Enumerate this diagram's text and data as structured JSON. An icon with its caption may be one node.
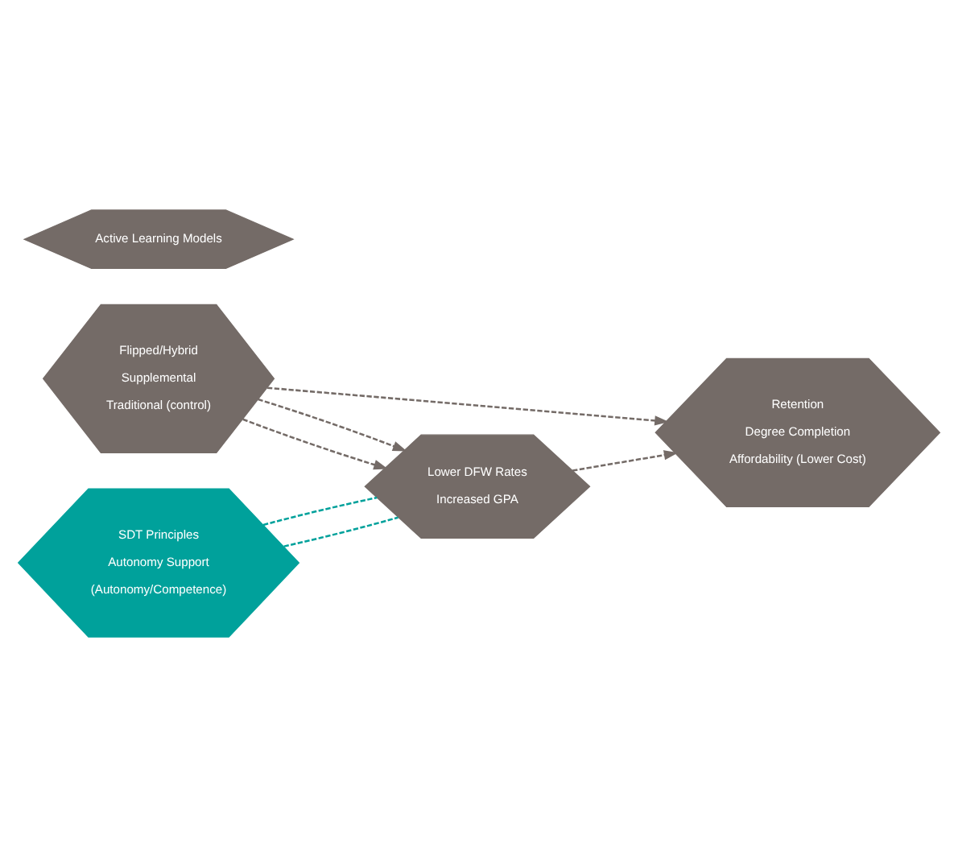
{
  "diagram": {
    "nodes": [
      {
        "text": [
          "Active Learning Models"
        ]
      },
      {
        "text": [
          "Flipped/Hybrid",
          "Supplemental",
          "Traditional (control)"
        ]
      },
      {
        "text": [
          "Lower DFW Rates",
          "Increased GPA"
        ]
      },
      {
        "text": [
          "Retention",
          "Degree Completion",
          "Affordability (Lower Cost)"
        ]
      },
      {
        "text": [
          "SDT Principles",
          "Autonomy Support",
          "(Autonomy/Competence)"
        ]
      }
    ],
    "edges": [
      {
        "from": 1,
        "to": 2,
        "arrow": "to",
        "style": "dashed"
      },
      {
        "from": 1,
        "to": 2,
        "arrow": "to",
        "style": "dashed"
      },
      {
        "from": 2,
        "to": 3,
        "arrow": "to",
        "style": "dashed"
      },
      {
        "from": 1,
        "to": 3,
        "arrow": "to",
        "style": "dashed"
      },
      {
        "from": 4,
        "to": 2,
        "arrow": "none",
        "style": "dashed",
        "color": "#00a19b"
      },
      {
        "from": 4,
        "to": 2,
        "arrow": "none",
        "style": "dashed",
        "color": "#00a19b"
      }
    ]
  }
}
